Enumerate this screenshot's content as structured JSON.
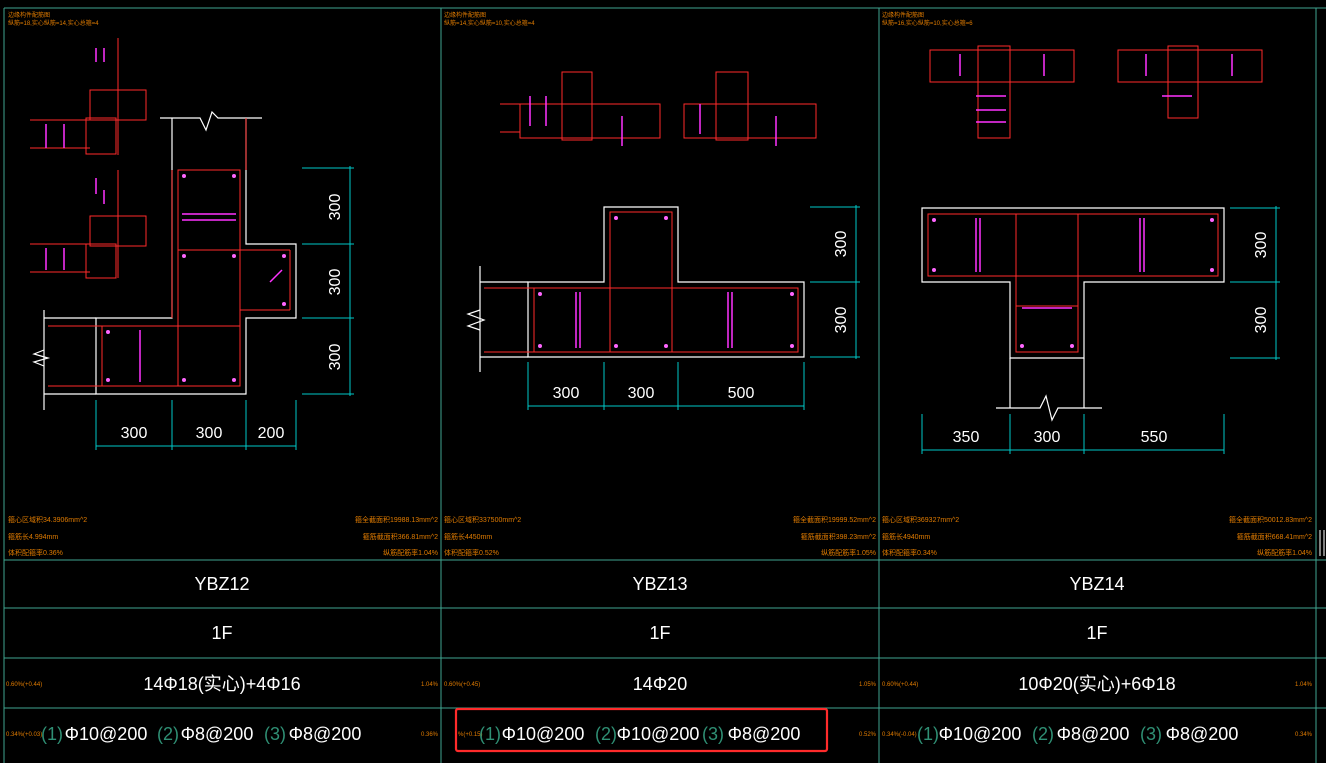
{
  "panels": [
    {
      "id": "YBZ12",
      "header_lines": [
        "边缘构件配筋图",
        "纵筋=18,实心纵筋=14,实心总箍=4"
      ],
      "dims_x": [
        "300",
        "300",
        "200"
      ],
      "dims_y": [
        "300",
        "300",
        "300"
      ],
      "info_left": [
        "箍心区域积34.3906mm^2",
        "箍筋长4.994mm",
        "体积配箍率0.36%"
      ],
      "info_right": [
        "箍全截面积19988.13mm^2",
        "箍筋截面积366.81mm^2",
        "纵筋配筋率1.04%"
      ],
      "floor": "1F",
      "long_rebar": "14Φ18(实心)+4Φ16",
      "long_ratio_left": "0.60%(+0.44)",
      "long_ratio_right": "1.04%",
      "stirrup_ratio_left": "0.34%(+0.03)",
      "stirrup_ratio_right": "0.36%",
      "stirrups": [
        {
          "idx": "(1)",
          "spec": "Φ10@200"
        },
        {
          "idx": "(2)",
          "spec": "Φ8@200"
        },
        {
          "idx": "(3)",
          "spec": "Φ8@200"
        }
      ]
    },
    {
      "id": "YBZ13",
      "header_lines": [
        "边缘构件配筋图",
        "纵筋=14,实心纵筋=10,实心总箍=4"
      ],
      "dims_x": [
        "300",
        "300",
        "500"
      ],
      "dims_y": [
        "300",
        "300"
      ],
      "info_left": [
        "箍心区域积337500mm^2",
        "箍筋长4450mm",
        "体积配箍率0.52%"
      ],
      "info_right": [
        "箍全截面积19999.52mm^2",
        "箍筋截面积398.23mm^2",
        "纵筋配筋率1.05%"
      ],
      "floor": "1F",
      "long_rebar": "14Φ20",
      "long_ratio_left": "0.60%(+0.45)",
      "long_ratio_right": "1.05%",
      "stirrup_ratio_left": "%(+0.15)",
      "stirrup_ratio_right": "0.52%",
      "stirrups": [
        {
          "idx": "(1)",
          "spec": "Φ10@200"
        },
        {
          "idx": "(2)",
          "spec": "Φ10@200"
        },
        {
          "idx": "(3)",
          "spec": "Φ8@200"
        }
      ]
    },
    {
      "id": "YBZ14",
      "header_lines": [
        "边缘构件配筋图",
        "纵筋=16,实心纵筋=10,实心总箍=6"
      ],
      "dims_x": [
        "350",
        "300",
        "550"
      ],
      "dims_y": [
        "300",
        "300"
      ],
      "info_left": [
        "箍心区域积369327mm^2",
        "箍筋长4940mm",
        "体积配箍率0.34%"
      ],
      "info_right": [
        "箍全截面积50012.83mm^2",
        "箍筋截面积668.41mm^2",
        "纵筋配筋率1.04%"
      ],
      "floor": "1F",
      "long_rebar": "10Φ20(实心)+6Φ18",
      "long_ratio_left": "0.60%(+0.44)",
      "long_ratio_right": "1.04%",
      "stirrup_ratio_left": "0.34%(-0.04)",
      "stirrup_ratio_right": "0.34%",
      "stirrups": [
        {
          "idx": "(1)",
          "spec": "Φ10@200"
        },
        {
          "idx": "(2)",
          "spec": "Φ8@200"
        },
        {
          "idx": "(3)",
          "spec": "Φ8@200"
        }
      ]
    }
  ],
  "highlight": {
    "panel": "YBZ13",
    "row": "stirrups",
    "color": "#ff2b2b"
  },
  "colors": {
    "grid": "#3fa58f",
    "outline": "#ffffff",
    "rebar": "#ff2a2a",
    "tie": "#ff33ff",
    "dim": "#00c8c8",
    "text": "#ffffff",
    "note": "#e07b00"
  }
}
